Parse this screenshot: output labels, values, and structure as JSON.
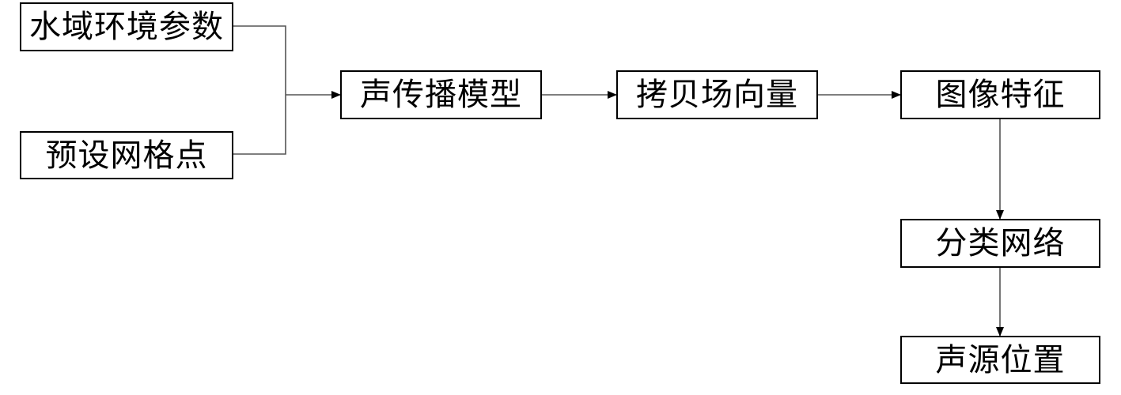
{
  "nodes": {
    "water_env": "水域环境参数",
    "grid_points": "预设网格点",
    "propagation_model": "声传播模型",
    "replica_vector": "拷贝场向量",
    "image_features": "图像特征",
    "classification_net": "分类网络",
    "source_position": "声源位置"
  },
  "edges": [
    {
      "from": "water_env",
      "to": "propagation_model"
    },
    {
      "from": "grid_points",
      "to": "propagation_model"
    },
    {
      "from": "propagation_model",
      "to": "replica_vector"
    },
    {
      "from": "replica_vector",
      "to": "image_features"
    },
    {
      "from": "image_features",
      "to": "classification_net"
    },
    {
      "from": "classification_net",
      "to": "source_position"
    }
  ]
}
